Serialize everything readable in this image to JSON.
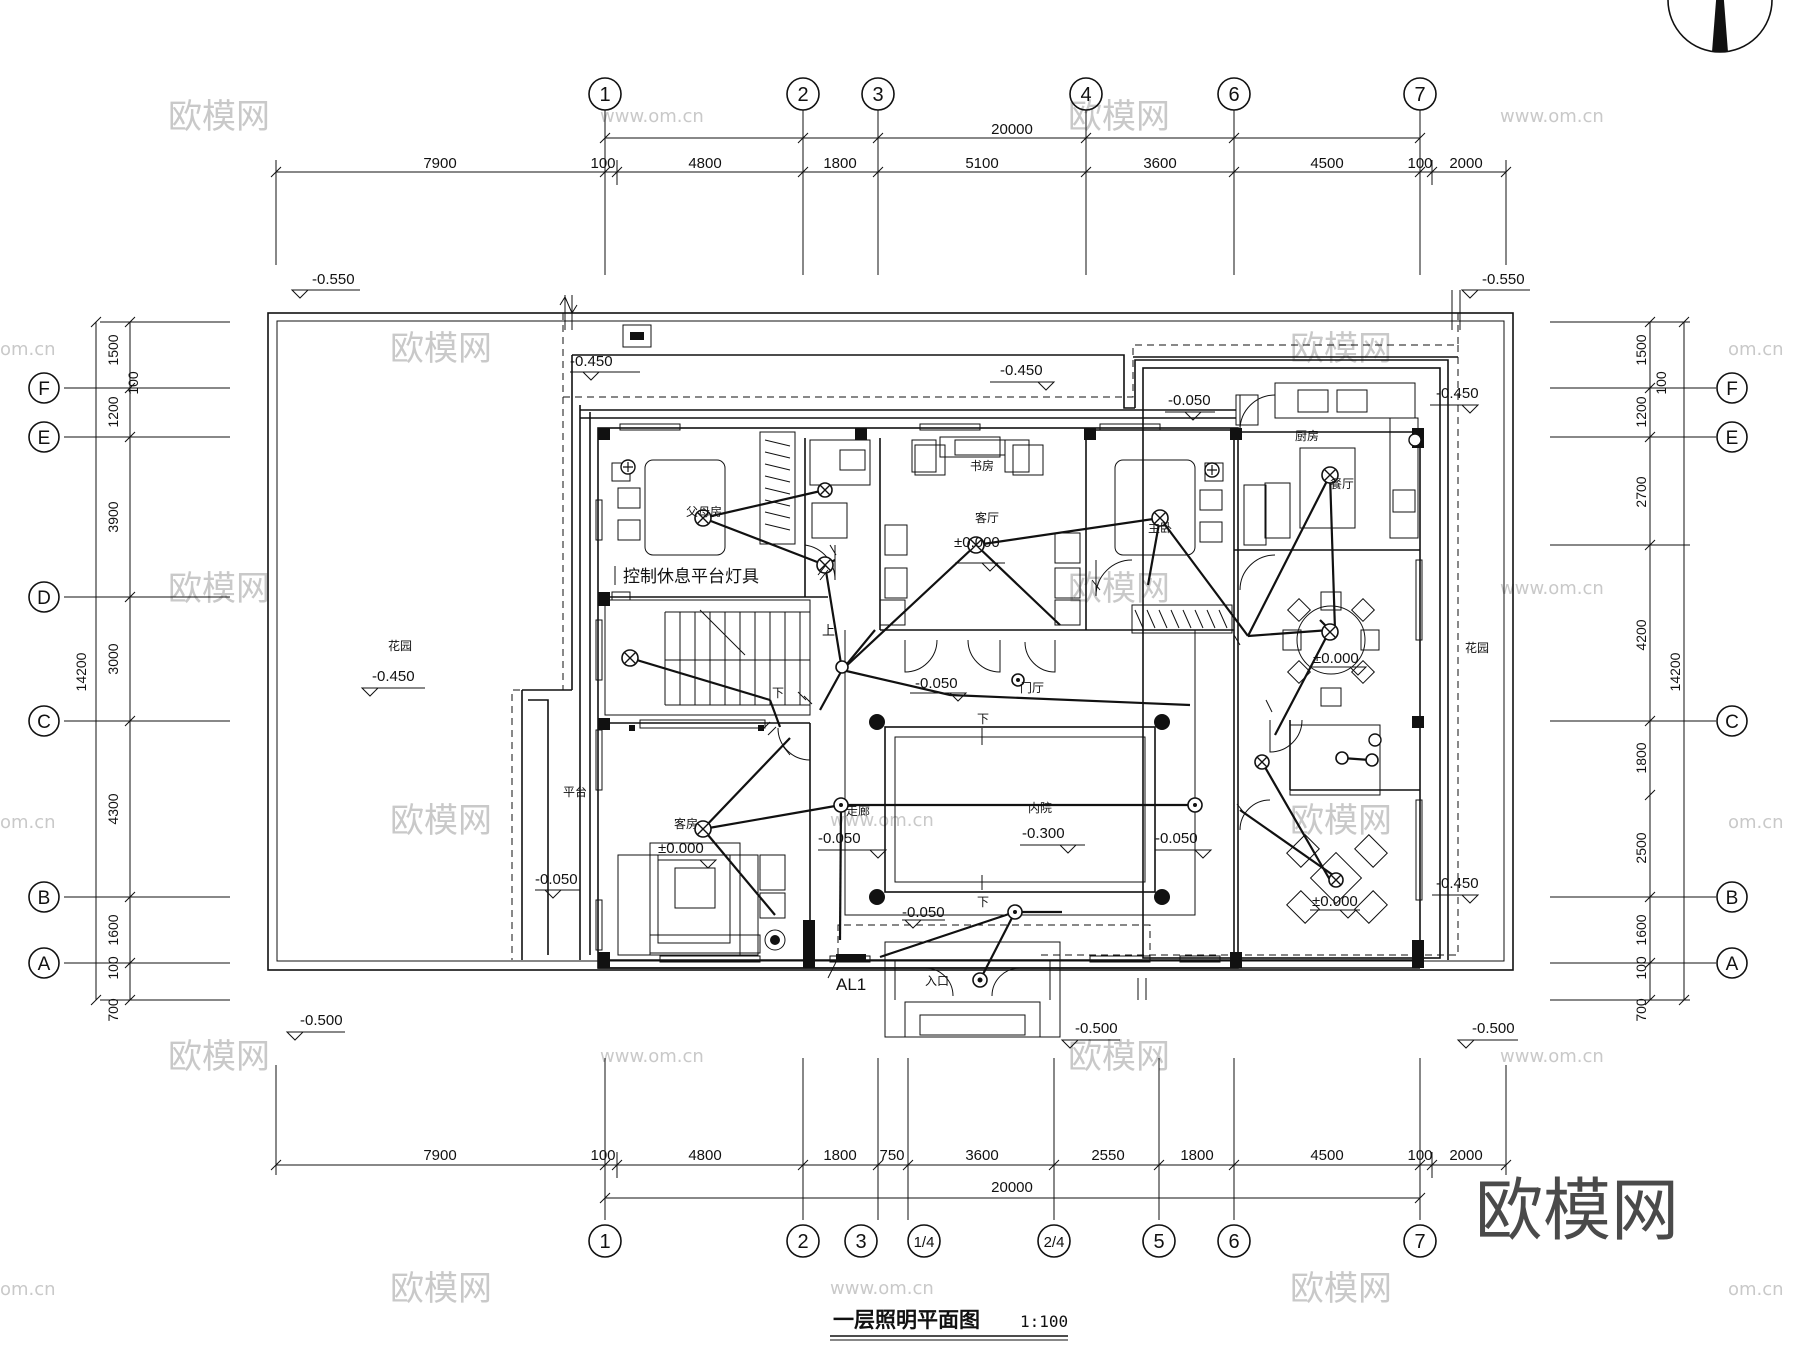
{
  "title": "一层照明平面图",
  "scale": "1:100",
  "watermark_text": "欧模网",
  "watermark_url": "www.om.cn",
  "watermark_url_short": "om.cn",
  "axes_top": [
    "1",
    "2",
    "3",
    "4",
    "6",
    "7"
  ],
  "axes_bottom": [
    "1",
    "2",
    "3",
    "1/4",
    "2/4",
    "5",
    "6",
    "7"
  ],
  "axes_side": [
    "F",
    "E",
    "D",
    "C",
    "B",
    "A"
  ],
  "dims_top_total": "20000",
  "dims_top": [
    "7900",
    "100",
    "4800",
    "1800",
    "5100",
    "3600",
    "4500",
    "100",
    "2000"
  ],
  "dims_bottom": [
    "7900",
    "100",
    "4800",
    "1800",
    "750",
    "3600",
    "2550",
    "1800",
    "4500",
    "100",
    "2000"
  ],
  "dims_bottom_total": "20000",
  "dims_left": [
    "1500",
    "100",
    "1200",
    "3900",
    "3000",
    "4300",
    "1600",
    "100",
    "700"
  ],
  "dims_left_total": "14200",
  "dims_right": [
    "1500",
    "100",
    "1200",
    "2700",
    "4200",
    "1800",
    "2500",
    "1600",
    "100",
    "700"
  ],
  "dims_right_total": "14200",
  "levels": {
    "l550_left": "-0.550",
    "l550_right": "-0.550",
    "l450_a": "-0.450",
    "l450_b": "-0.450",
    "l050_top": "-0.050",
    "l450_right": "-0.450",
    "l450_garden": "-0.450",
    "l000_living": "±0.000",
    "l050_corr": "-0.050",
    "l000_dining": "±0.000",
    "l050_left": "-0.050",
    "l300_court": "-0.300",
    "l050_right": "-0.050",
    "l050_plat": "-0.050",
    "l000_guest": "±0.000",
    "l450_rb": "-0.450",
    "l050_entry": "-0.050",
    "l000_tea": "±0.000",
    "l500_left": "-0.500",
    "l500_mid": "-0.500",
    "l500_right": "-0.500"
  },
  "rooms": {
    "parents": "父母房",
    "study": "书房",
    "living": "客厅",
    "master": "主卧",
    "kitchen": "厨房",
    "garden_left": "花园",
    "garden_right": "花园",
    "platform": "平台",
    "guest": "客房",
    "courtyard": "内院",
    "corridor": "走廊",
    "hall": "门厅",
    "entry": "入口",
    "dining": "餐厅"
  },
  "labels": {
    "control_note": "控制休息平台灯具",
    "panel": "AL1",
    "stair_up": "上",
    "stair_down": "下",
    "down1": "下",
    "down2": "下"
  }
}
